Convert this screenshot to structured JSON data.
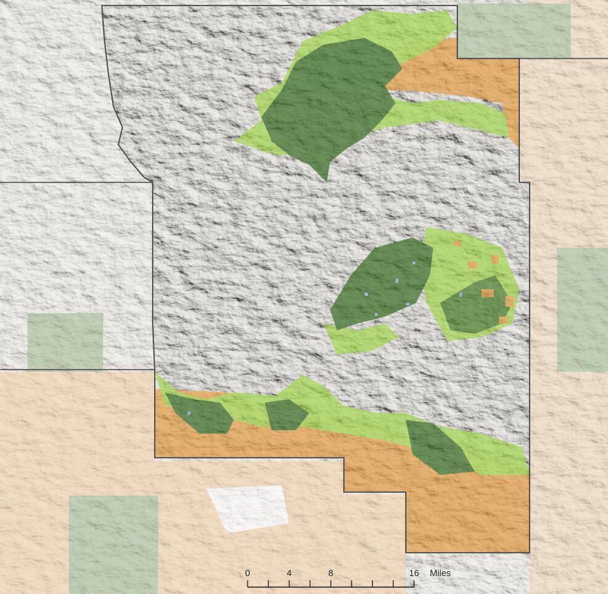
{
  "map": {
    "scale_bar": {
      "ticks": [
        {
          "value": 0,
          "label": "0"
        },
        {
          "value": 4,
          "label": "4"
        },
        {
          "value": 8,
          "label": "8"
        },
        {
          "value": 16,
          "label": "16"
        }
      ],
      "minor_divisions": 8,
      "unit_label": "Miles",
      "max_value": 16
    },
    "layer_colors": {
      "forest_dark_green": "#4f7a3a",
      "light_green": "#a8d65a",
      "orange_land": "#e3a24e",
      "context_orange": "#f4cfa5",
      "context_green": "#9fb98c",
      "water_blue": "#8fb4e0",
      "terrain_base": "#d8d3ca",
      "context_terrain": "#efede8",
      "boundary_line": "#4a4a4a"
    }
  }
}
